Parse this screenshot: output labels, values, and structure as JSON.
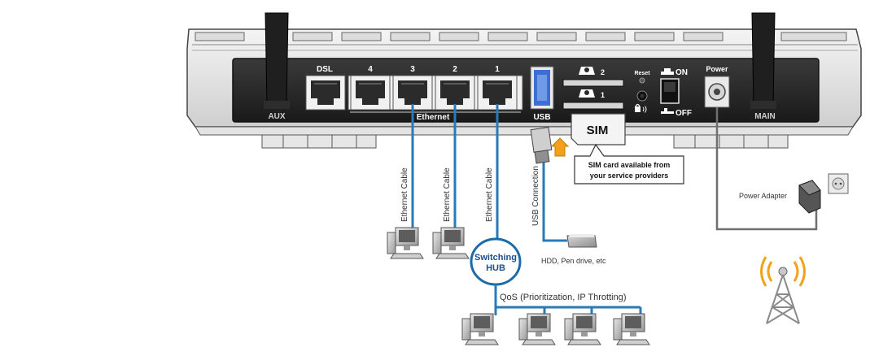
{
  "router": {
    "panel_labels": {
      "aux": "AUX",
      "main": "MAIN",
      "dsl": "DSL",
      "ethernet_group": "Ethernet",
      "usb": "USB",
      "reset": "Reset",
      "power": "Power",
      "switch_on": "ON",
      "switch_off": "OFF"
    },
    "ethernet_ports": [
      {
        "label": "4"
      },
      {
        "label": "3"
      },
      {
        "label": "2"
      },
      {
        "label": "1"
      }
    ],
    "sim_slots": [
      {
        "label": "2"
      },
      {
        "label": "1"
      }
    ]
  },
  "callouts": {
    "sim_tag": "SIM",
    "sim_note_line1": "SIM card available from",
    "sim_note_line2": "your service providers",
    "usb_connection": "USB Connection",
    "usb_devices": "HDD, Pen drive, etc",
    "power_adapter": "Power Adapter"
  },
  "cables": [
    {
      "label": "Ethernet Cable"
    },
    {
      "label": "Ethernet Cable"
    },
    {
      "label": "Ethernet Cable"
    }
  ],
  "hub": {
    "line1": "Switching",
    "line2": "HUB",
    "qos": "QoS (Prioritization, IP Throtting)"
  },
  "colors": {
    "chassis": "#2a2a2a",
    "cable_blue": "#2a7ab8",
    "power_cable": "#6f6f6f",
    "hub_outline": "#1d6aa8",
    "hub_text": "#1d4f8a",
    "usb_port_blue": "#3b6fd1",
    "wifi_orange": "#f2a118"
  }
}
